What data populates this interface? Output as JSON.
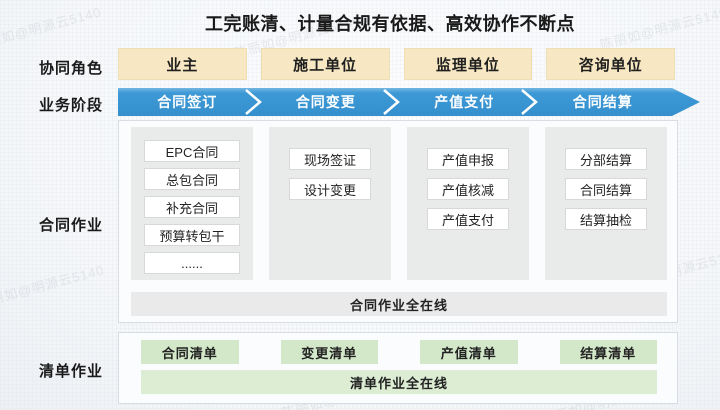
{
  "title": "工完账清、计量合规有依据、高效协作不断点",
  "watermark": "陈丽如@明源云5140",
  "row_labels": {
    "roles": "协同角色",
    "stages": "业务阶段",
    "contract_ops": "合同作业",
    "list_ops": "清单作业"
  },
  "roles": [
    "业主",
    "施工单位",
    "监理单位",
    "咨询单位"
  ],
  "stages": [
    "合同签订",
    "合同变更",
    "产值支付",
    "合同结算"
  ],
  "contract_ops": {
    "col1": [
      "EPC合同",
      "总包合同",
      "补充合同",
      "预算转包干",
      "......"
    ],
    "col2": [
      "现场签证",
      "设计变更"
    ],
    "col3": [
      "产值申报",
      "产值核减",
      "产值支付"
    ],
    "col4": [
      "分部结算",
      "合同结算",
      "结算抽检"
    ],
    "footer": "合同作业全在线"
  },
  "list_ops": {
    "items": [
      "合同清单",
      "变更清单",
      "产值清单",
      "结算清单"
    ],
    "footer": "清单作业全在线"
  },
  "colors": {
    "stage_blue": "#3d99d6",
    "role_yellow": "#f7e8c3",
    "column_gray": "#e9eaea",
    "list_green": "#d3e8c9",
    "bar_green": "#dcedd3"
  }
}
